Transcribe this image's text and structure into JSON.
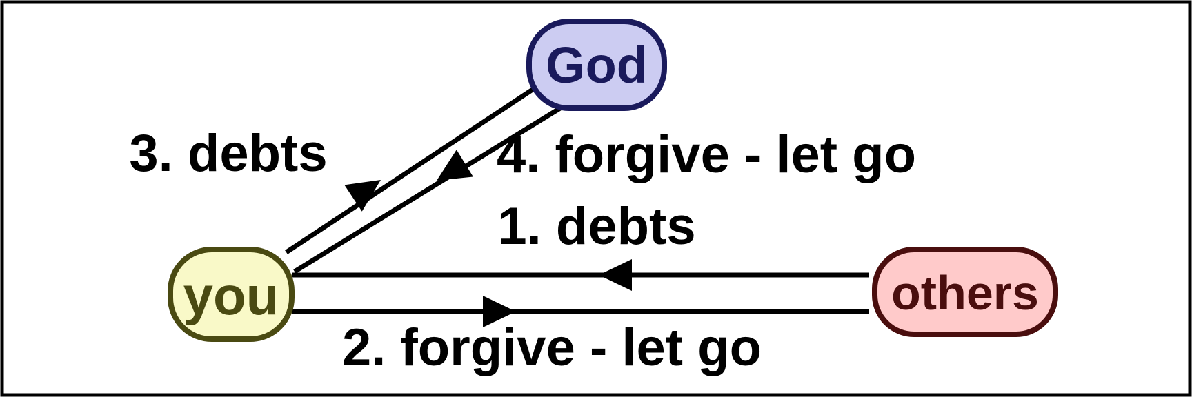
{
  "diagram": {
    "description": "Forgiveness flow diagram between God, you, and others",
    "background_color": "#ffffff",
    "frame_color": "#000000",
    "line_color": "#000000",
    "label_color": "#000000",
    "nodes": {
      "god": {
        "label": "God",
        "fill": "#ccccf2",
        "stroke": "#1a1a5c"
      },
      "you": {
        "label": "you",
        "fill": "#f9f9c8",
        "stroke": "#4a4a12"
      },
      "others": {
        "label": "others",
        "fill": "#ffcaca",
        "stroke": "#4a0e0e"
      }
    },
    "edges": [
      {
        "id": "1",
        "label": "1. debts",
        "from": "others",
        "to": "you"
      },
      {
        "id": "2",
        "label": "2. forgive - let go",
        "from": "you",
        "to": "others"
      },
      {
        "id": "3",
        "label": "3. debts",
        "from": "you",
        "to": "god"
      },
      {
        "id": "4",
        "label": "4. forgive - let go",
        "from": "god",
        "to": "you"
      }
    ]
  }
}
